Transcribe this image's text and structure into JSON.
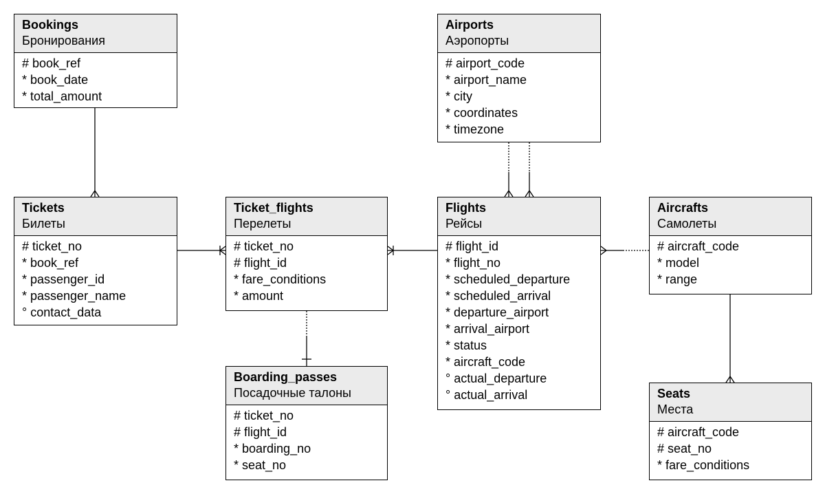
{
  "entities": {
    "bookings": {
      "title": "Bookings",
      "subtitle": "Бронирования",
      "attributes": [
        "# book_ref",
        "* book_date",
        "* total_amount"
      ]
    },
    "airports": {
      "title": "Airports",
      "subtitle": "Аэропорты",
      "attributes": [
        "# airport_code",
        "* airport_name",
        "* city",
        "* coordinates",
        "* timezone"
      ]
    },
    "tickets": {
      "title": "Tickets",
      "subtitle": "Билеты",
      "attributes": [
        "# ticket_no",
        "* book_ref",
        "* passenger_id",
        "* passenger_name",
        "° contact_data"
      ]
    },
    "ticket_flights": {
      "title": "Ticket_flights",
      "subtitle": "Перелеты",
      "attributes": [
        "# ticket_no",
        "# flight_id",
        "* fare_conditions",
        "* amount"
      ]
    },
    "flights": {
      "title": "Flights",
      "subtitle": "Рейсы",
      "attributes": [
        "# flight_id",
        "* flight_no",
        "* scheduled_departure",
        "* scheduled_arrival",
        "* departure_airport",
        "* arrival_airport",
        "* status",
        "* aircraft_code",
        "° actual_departure",
        "° actual_arrival"
      ]
    },
    "aircrafts": {
      "title": "Aircrafts",
      "subtitle": "Самолеты",
      "attributes": [
        "# aircraft_code",
        "* model",
        "* range"
      ]
    },
    "boarding_passes": {
      "title": "Boarding_passes",
      "subtitle": "Посадочные талоны",
      "attributes": [
        "# ticket_no",
        "# flight_id",
        "* boarding_no",
        "* seat_no"
      ]
    },
    "seats": {
      "title": "Seats",
      "subtitle": "Места",
      "attributes": [
        "# aircraft_code",
        "# seat_no",
        "* fare_conditions"
      ]
    }
  }
}
